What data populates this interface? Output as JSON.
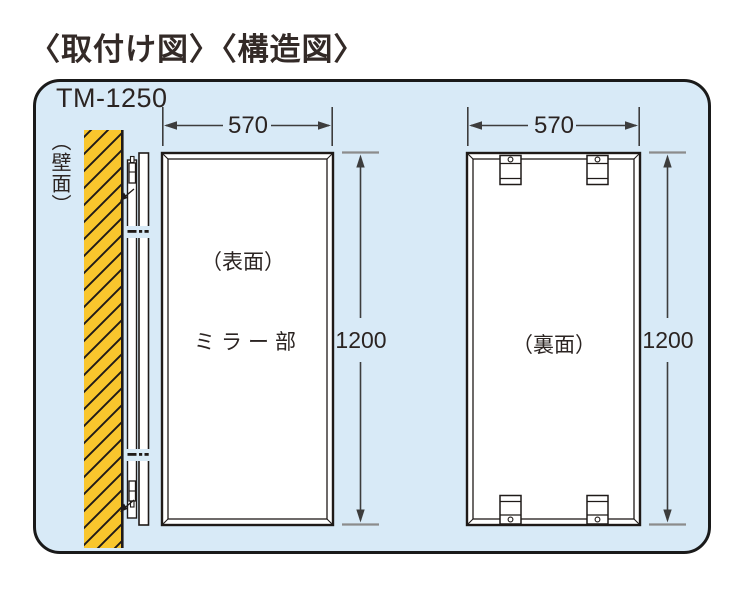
{
  "title": "〈取付け図〉〈構造図〉",
  "panel": {
    "model": "TM-1250",
    "wall_label": "（壁面）",
    "front_view": {
      "width_dim": "570",
      "height_dim": "1200",
      "surface_label": "（表面）",
      "mirror_label": "ミラー部"
    },
    "back_view": {
      "width_dim": "570",
      "height_dim": "1200",
      "surface_label": "（裏面）"
    }
  },
  "colors": {
    "panel_bg": "#d8eaf7",
    "panel_border": "#1a1a1a",
    "wall_yellow": "#f9c62d",
    "line_black": "#1f1a18",
    "dimension_gray": "#3d3d3d",
    "tick_gray": "#8c8c8c"
  }
}
